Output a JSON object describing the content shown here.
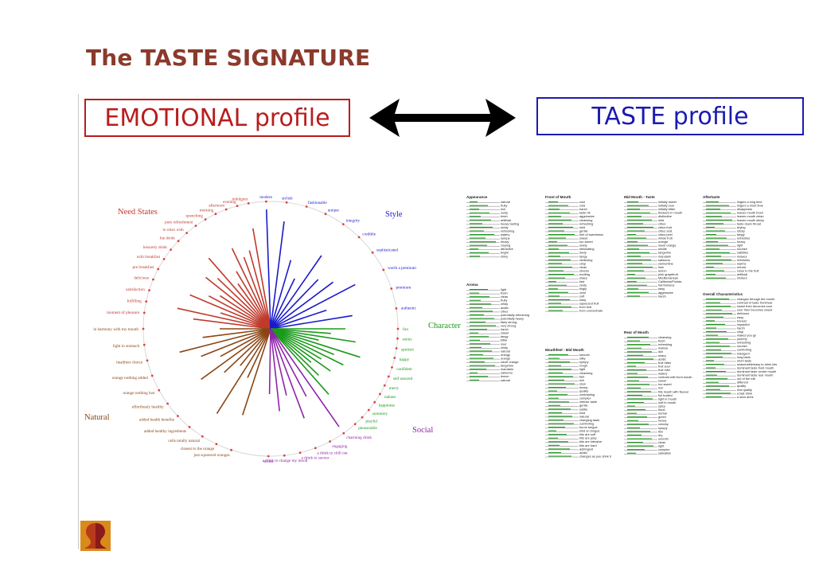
{
  "slide": {
    "title": "The TASTE SIGNATURE",
    "emotional_label": "EMOTIONAL profile",
    "taste_label": "TASTE profile"
  },
  "colors": {
    "title": "#8b3a2c",
    "emotional": "#b81d1d",
    "taste": "#1b1bb0",
    "arrow": "#000000"
  },
  "wheel": {
    "quadrants": [
      {
        "name": "Need States",
        "color": "#c0392b"
      },
      {
        "name": "Style",
        "color": "#1a1acc"
      },
      {
        "name": "Character",
        "color": "#1a9a1a"
      },
      {
        "name": "Social",
        "color": "#8e24aa"
      },
      {
        "name": "Natural",
        "color": "#8b4513"
      }
    ],
    "labels": [
      {
        "t": "indulgent",
        "c": "#c0392b"
      },
      {
        "t": "evening",
        "c": "#c0392b"
      },
      {
        "t": "afternoon",
        "c": "#c0392b"
      },
      {
        "t": "morning",
        "c": "#c0392b"
      },
      {
        "t": "quenching",
        "c": "#c0392b"
      },
      {
        "t": "pure refreshment",
        "c": "#c0392b"
      },
      {
        "t": "to relax with",
        "c": "#c0392b"
      },
      {
        "t": "fun drink",
        "c": "#c0392b"
      },
      {
        "t": "leisurely drink",
        "c": "#c0392b"
      },
      {
        "t": "with breakfast",
        "c": "#c0392b"
      },
      {
        "t": "pre breakfast",
        "c": "#c0392b"
      },
      {
        "t": "delicious",
        "c": "#c0392b"
      },
      {
        "t": "satisfaction",
        "c": "#c0392b"
      },
      {
        "t": "fulfilling",
        "c": "#c0392b"
      },
      {
        "t": "moment of pleasure",
        "c": "#c0392b"
      },
      {
        "t": "in harmony with my mouth",
        "c": "#8b4513"
      },
      {
        "t": "light in stomach",
        "c": "#8b4513"
      },
      {
        "t": "healthier choice",
        "c": "#8b4513"
      },
      {
        "t": "orange nothing added",
        "c": "#8b4513"
      },
      {
        "t": "orange nothing lost",
        "c": "#8b4513"
      },
      {
        "t": "effortlessly healthy",
        "c": "#8b4513"
      },
      {
        "t": "added health benefits",
        "c": "#8b4513"
      },
      {
        "t": "added healthy ingredients",
        "c": "#8b4513"
      },
      {
        "t": "cells totally natural",
        "c": "#8b4513"
      },
      {
        "t": "closest to the orange",
        "c": "#8b4513"
      },
      {
        "t": "just squeezed oranges",
        "c": "#8b4513"
      },
      {
        "t": "modern",
        "c": "#1a1acc"
      },
      {
        "t": "stylish",
        "c": "#1a1acc"
      },
      {
        "t": "fashionable",
        "c": "#1a1acc"
      },
      {
        "t": "unique",
        "c": "#1a1acc"
      },
      {
        "t": "integrity",
        "c": "#1a1acc"
      },
      {
        "t": "credible",
        "c": "#1a1acc"
      },
      {
        "t": "sophisticated",
        "c": "#1a1acc"
      },
      {
        "t": "worth a premium",
        "c": "#1a1acc"
      },
      {
        "t": "premium",
        "c": "#1a1acc"
      },
      {
        "t": "authentic",
        "c": "#1a1acc"
      },
      {
        "t": "fun",
        "c": "#1a9a1a"
      },
      {
        "t": "sunny",
        "c": "#1a9a1a"
      },
      {
        "t": "spirited",
        "c": "#1a9a1a"
      },
      {
        "t": "happy",
        "c": "#1a9a1a"
      },
      {
        "t": "confident",
        "c": "#1a9a1a"
      },
      {
        "t": "self assured",
        "c": "#1a9a1a"
      },
      {
        "t": "merry",
        "c": "#1a9a1a"
      },
      {
        "t": "radiant",
        "c": "#1a9a1a"
      },
      {
        "t": "happiness",
        "c": "#1a9a1a"
      },
      {
        "t": "summery",
        "c": "#1a9a1a"
      },
      {
        "t": "playful",
        "c": "#1a9a1a"
      },
      {
        "t": "pleasurable",
        "c": "#1a9a1a"
      },
      {
        "t": "charming drink",
        "c": "#8e24aa"
      },
      {
        "t": "engaging",
        "c": "#8e24aa"
      },
      {
        "t": "a drink to chill out",
        "c": "#8e24aa"
      },
      {
        "t": "a drink to savour",
        "c": "#8e24aa"
      },
      {
        "t": "a drink to change my mood",
        "c": "#8e24aa"
      },
      {
        "t": "social",
        "c": "#8e24aa"
      }
    ]
  },
  "taste_table": [
    {
      "h": "Appearance",
      "items": [
        "natural",
        "fruity",
        "rich",
        "zesty",
        "fresh",
        "artificial",
        "heavy tasting",
        "sickly",
        "refreshing",
        "watery",
        "syrupy",
        "heavy",
        "cloying",
        "attractive",
        "bright",
        "shiny"
      ]
    },
    {
      "h": "Aroma",
      "items": [
        "light",
        "fresh",
        "clean",
        "fruity",
        "zesty",
        "acidic",
        "citrus",
        "potentially refreshing",
        "potentially heavy",
        "fairly strong",
        "very strong",
        "harsh",
        "sweet",
        "tangy",
        "bitter",
        "sour",
        "zesty",
        "natural",
        "orangy",
        "orange",
        "navel orange",
        "tangerine",
        "mandarin",
        "satsuma",
        "lemon",
        "natural"
      ]
    },
    {
      "h": "Front of Mouth",
      "items": [
        "cool",
        "cold",
        "harsh",
        "taste hit",
        "aggressive",
        "cleansing",
        "refreshing",
        "mild",
        "gentle",
        "hint of sweetness",
        "sweet",
        "too sweet",
        "sickly",
        "stimulating",
        "lively",
        "tangy",
        "cleansing",
        "crisp",
        "clean",
        "shocks",
        "exciting",
        "sharp",
        "fast",
        "zesty",
        "tingly",
        "vivid",
        "soft",
        "easy",
        "squeezed fruit",
        "from fruit",
        "from concentrate"
      ]
    },
    {
      "h": "Mouthfeel - Mid Mouth",
      "items": [
        "smooth",
        "silky",
        "syrupy",
        "rough",
        "light",
        "cleansing",
        "fast",
        "rich",
        "slow",
        "heavy",
        "quality",
        "contrasting",
        "complex",
        "intense taste",
        "gentle",
        "subtle",
        "kind",
        "natural",
        "changing taste",
        "comforting",
        "burns tongue",
        "kind on tongue",
        "bits are soft",
        "bits are juicy",
        "bits are intrusive",
        "bits are hard",
        "astringent",
        "acidic",
        "changes as you drink it"
      ]
    },
    {
      "h": "Mid Mouth - Taste",
      "items": [
        "initially sweet",
        "initially sour",
        "initially bitter",
        "thickens in mouth",
        "distinctive",
        "mild",
        "citrus",
        "citrus fruit",
        "citrus zest",
        "citrus peel",
        "whole fruit",
        "orange",
        "navel orange",
        "seville",
        "tangerine",
        "mandarin",
        "satsuma",
        "clementine",
        "lime",
        "lemon",
        "pink grapefruit",
        "Mediterranean",
        "California/Florida",
        "harmonious",
        "easy",
        "aggressive",
        "harsh"
      ]
    },
    {
      "h": "Rear of Mouth",
      "items": [
        "cleansing",
        "fresh",
        "refreshing",
        "mellow",
        "dull",
        "sharp",
        "acidic",
        "fruit bitter",
        "fruit sour",
        "fruit mild",
        "watery",
        "contrast with front mouth",
        "sweet",
        "too sweet",
        "rich",
        "fills mouth with flavour",
        "full bodied",
        "light in mouth",
        "soft in mouth",
        "spicy",
        "floral",
        "herbal",
        "green",
        "heavy",
        "creamy",
        "syrupy",
        "thin",
        "dry",
        "smooth",
        "clean",
        "light",
        "complex",
        "salivation"
      ]
    },
    {
      "h": "Aftertaste",
      "items": [
        "lingers a long time",
        "lingers a short time",
        "disappears",
        "leaves mouth fresh",
        "leaves mouth clean",
        "leaves mouth sticky",
        "taste down throat",
        "drying",
        "sticky",
        "tangy",
        "refreshes",
        "heavy",
        "light",
        "nourish",
        "satisfies",
        "relaxes",
        "refreshes",
        "warms",
        "refund",
        "close to the fruit",
        "artificial",
        "mixture"
      ]
    },
    {
      "h": "Overall Characteristics",
      "items": [
        "changes through the mouth",
        "contrast of taste front/rear",
        "sweet then becomes sour",
        "sour then becomes sweet",
        "delicious",
        "easy",
        "honest",
        "impactful",
        "harsh",
        "crisp",
        "makes you go",
        "yummy",
        "refreshing",
        "nourish",
        "comforting",
        "indulgent",
        "long taste",
        "short taste",
        "seasonable/easy to drink lots",
        "dominant taste front mouth",
        "dominant taste centre mouth",
        "dominant taste rear mouth",
        "out of the mill",
        "different",
        "quality",
        "real quality",
        "a fast drink",
        "a slow drink"
      ]
    }
  ]
}
